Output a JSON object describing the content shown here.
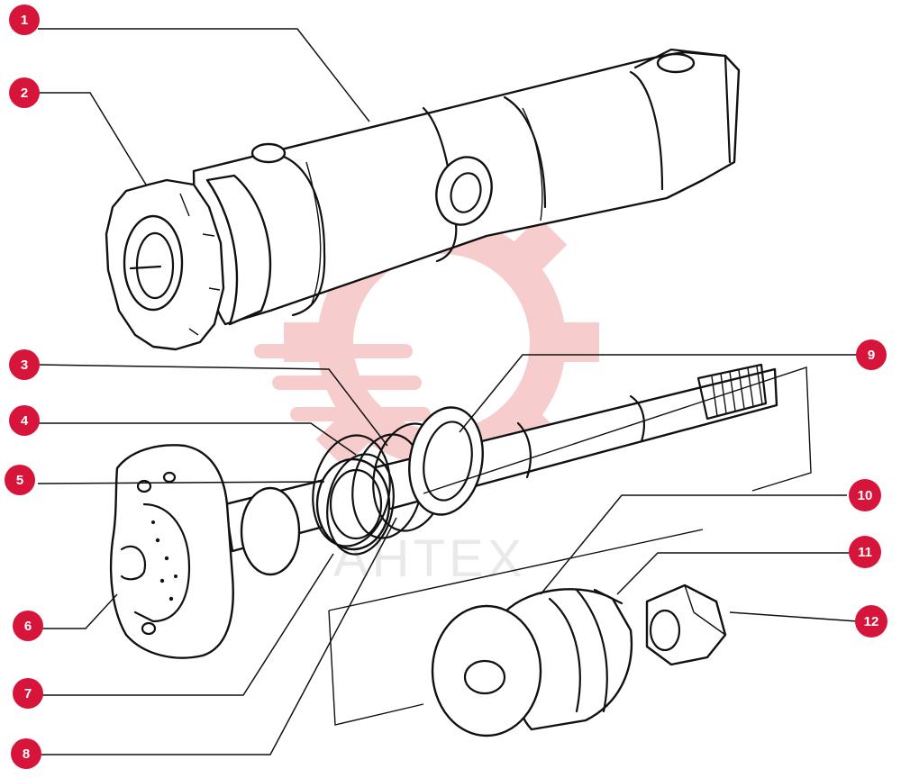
{
  "watermark": {
    "text": "АНТЕХ",
    "color": "#f2a3a3"
  },
  "accent_color": "#d7153a",
  "callouts": [
    {
      "n": "1"
    },
    {
      "n": "2"
    },
    {
      "n": "3"
    },
    {
      "n": "4"
    },
    {
      "n": "5"
    },
    {
      "n": "6"
    },
    {
      "n": "7"
    },
    {
      "n": "8"
    },
    {
      "n": "9"
    },
    {
      "n": "10"
    },
    {
      "n": "11"
    },
    {
      "n": "12"
    }
  ]
}
